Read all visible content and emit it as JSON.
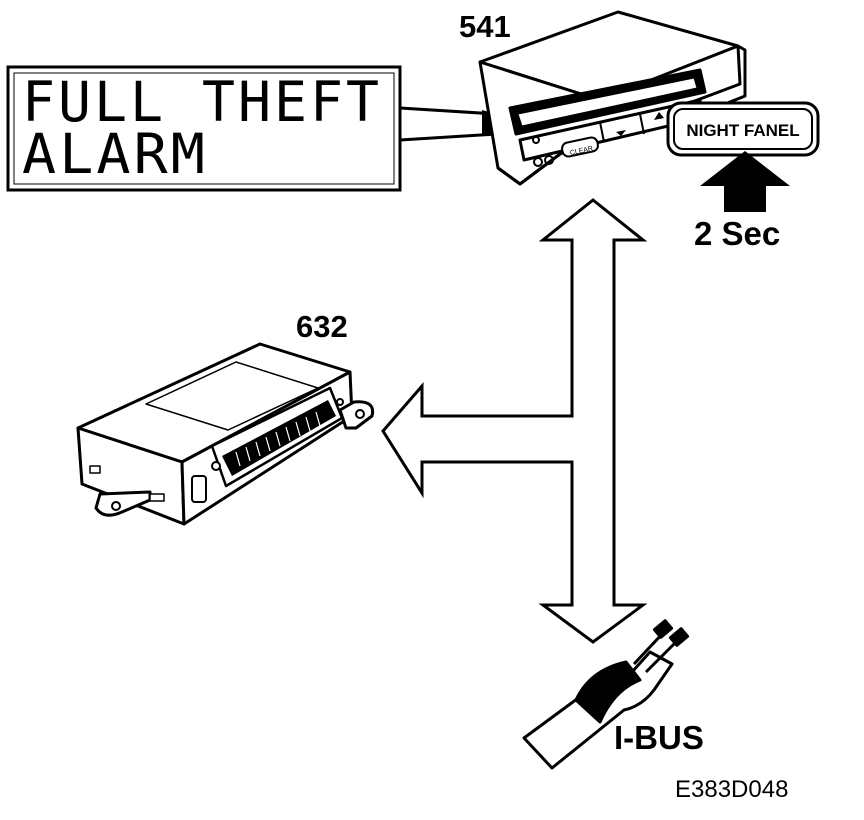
{
  "display": {
    "line1": "FULL THEFT",
    "line2": "ALARM"
  },
  "labels": {
    "module_541": "541",
    "module_632": "632",
    "night_panel_button": "NIGHT FANEL",
    "clear_button": "CLEAR",
    "hold_time": "2 Sec",
    "bus_name": "I-BUS",
    "figure_code": "E383D048"
  },
  "colors": {
    "line": "#000000",
    "background": "#ffffff",
    "callout_arrow": "#000000"
  }
}
